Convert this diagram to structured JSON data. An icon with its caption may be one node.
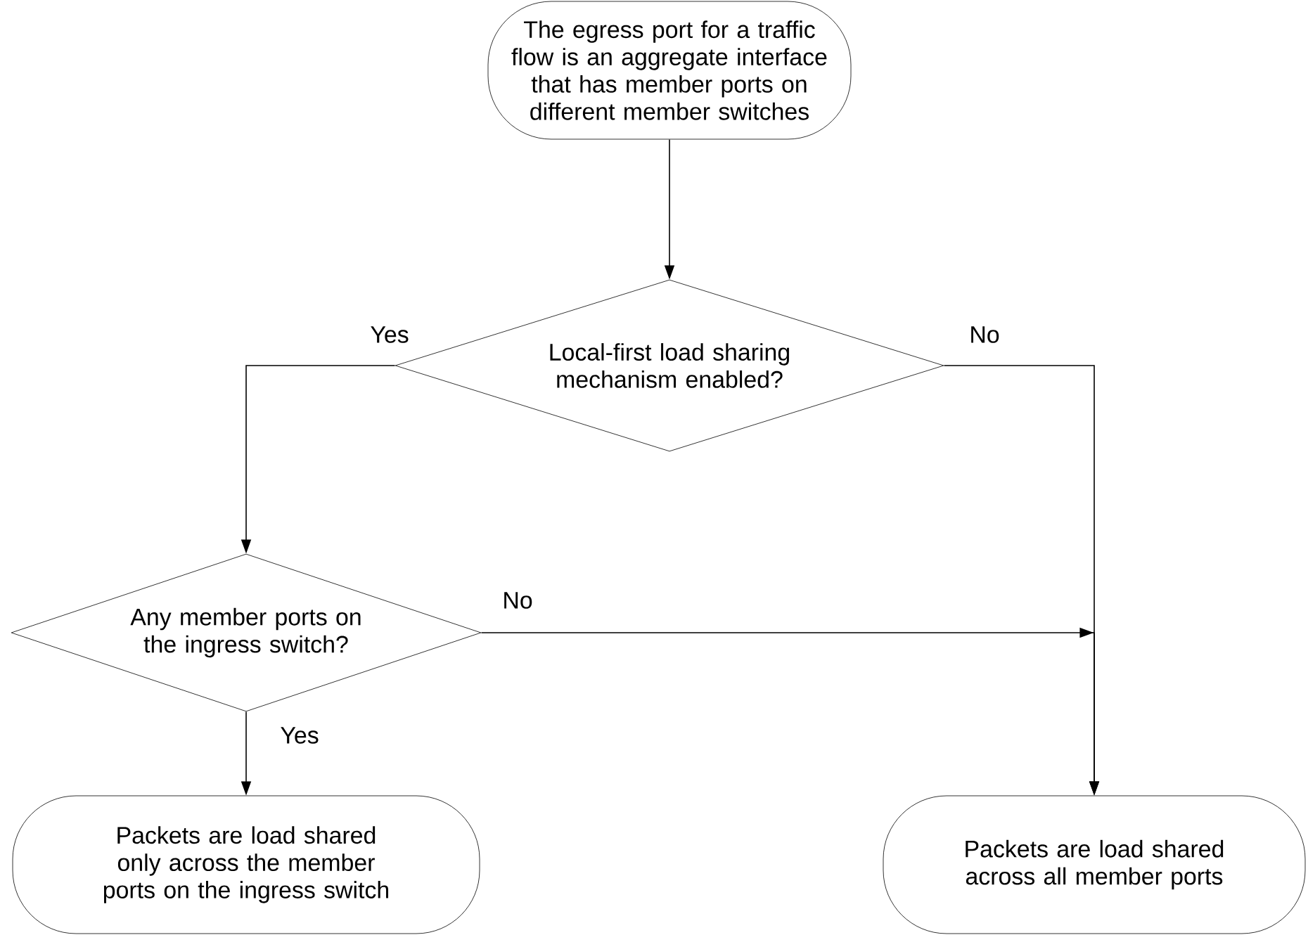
{
  "diagram": {
    "nodes": [
      {
        "text": [
          "The egress port for a traffic flow is an aggregate interface that has member ports on different member switches"
        ]
      },
      {
        "text": [
          "Local-first load sharing mechanism enabled?"
        ]
      },
      {
        "text": [
          "Any member ports on the ingress switch?"
        ]
      },
      {
        "text": [
          "Packets are load shared only across the member ports on the ingress switch"
        ]
      },
      {
        "text": [
          "Packets are load shared across all member ports"
        ]
      }
    ],
    "edges": [
      {
        "from": 0,
        "to": 1,
        "arrow": "to"
      },
      {
        "from": 1,
        "to": 2,
        "arrow": "to",
        "label": "Yes"
      },
      {
        "from": 1,
        "to": 4,
        "arrow": "to",
        "label": "No"
      },
      {
        "from": 2,
        "to": 3,
        "arrow": "to",
        "label": "Yes"
      },
      {
        "from": 2,
        "to": 4,
        "arrow": "to",
        "label": "No"
      }
    ]
  }
}
